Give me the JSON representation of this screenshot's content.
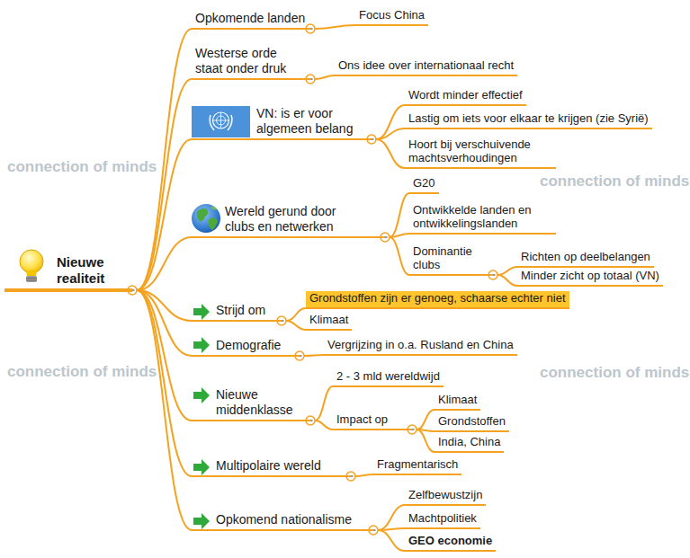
{
  "diagram": {
    "nodes": [
      {
        "text": [
          "Nieuwe realiteit"
        ]
      },
      {
        "text": [
          "Opkomende landen"
        ]
      },
      {
        "text": [
          "Focus China"
        ]
      },
      {
        "text": [
          "Westerse orde staat onder druk"
        ]
      },
      {
        "text": [
          "Ons idee over internationaal recht"
        ]
      },
      {
        "text": [
          "VN: is er voor algemeen belang"
        ]
      },
      {
        "text": [
          "Wordt minder effectief"
        ]
      },
      {
        "text": [
          "Lastig om iets voor elkaar te krijgen (zie Syrië)"
        ]
      },
      {
        "text": [
          "Hoort bij verschuivende machtsverhoudingen"
        ]
      },
      {
        "text": [
          "Wereld gerund door clubs en netwerken"
        ]
      },
      {
        "text": [
          "G20"
        ]
      },
      {
        "text": [
          "Ontwikkelde landen en ontwikkelingslanden"
        ]
      },
      {
        "text": [
          "Dominantie clubs"
        ]
      },
      {
        "text": [
          "Richten op deelbelangen"
        ]
      },
      {
        "text": [
          "Minder zicht op totaal (VN)"
        ]
      },
      {
        "text": [
          "Strijd om"
        ]
      },
      {
        "text": [
          "Grondstoffen zijn er genoeg, schaarse echter niet"
        ]
      },
      {
        "text": [
          "Klimaat"
        ]
      },
      {
        "text": [
          "Demografie"
        ]
      },
      {
        "text": [
          "Vergrijzing in o.a. Rusland en China"
        ]
      },
      {
        "text": [
          "Nieuwe middenklasse"
        ]
      },
      {
        "text": [
          "2 - 3 mld wereldwijd"
        ]
      },
      {
        "text": [
          "Impact op"
        ]
      },
      {
        "text": [
          "Klimaat"
        ]
      },
      {
        "text": [
          "Grondstoffen"
        ]
      },
      {
        "text": [
          "India, China"
        ]
      },
      {
        "text": [
          "Multipolaire wereld"
        ]
      },
      {
        "text": [
          "Fragmentarisch"
        ]
      },
      {
        "text": [
          "Opkomend nationalisme"
        ]
      },
      {
        "text": [
          "Zelfbewustzijn"
        ]
      },
      {
        "text": [
          "Machtpolitiek"
        ]
      },
      {
        "text": [
          "GEO economie"
        ]
      }
    ],
    "edges": [
      {
        "from": 0,
        "to": 1,
        "arrow": "none"
      },
      {
        "from": 1,
        "to": 2,
        "arrow": "none"
      },
      {
        "from": 0,
        "to": 3,
        "arrow": "none"
      },
      {
        "from": 3,
        "to": 4,
        "arrow": "none"
      },
      {
        "from": 0,
        "to": 5,
        "arrow": "none"
      },
      {
        "from": 5,
        "to": 6,
        "arrow": "none"
      },
      {
        "from": 5,
        "to": 7,
        "arrow": "none"
      },
      {
        "from": 5,
        "to": 8,
        "arrow": "none"
      },
      {
        "from": 0,
        "to": 9,
        "arrow": "none"
      },
      {
        "from": 9,
        "to": 10,
        "arrow": "none"
      },
      {
        "from": 9,
        "to": 11,
        "arrow": "none"
      },
      {
        "from": 9,
        "to": 12,
        "arrow": "none"
      },
      {
        "from": 12,
        "to": 13,
        "arrow": "none"
      },
      {
        "from": 12,
        "to": 14,
        "arrow": "none"
      },
      {
        "from": 0,
        "to": 15,
        "arrow": "none"
      },
      {
        "from": 15,
        "to": 16,
        "arrow": "none"
      },
      {
        "from": 15,
        "to": 17,
        "arrow": "none"
      },
      {
        "from": 0,
        "to": 18,
        "arrow": "none"
      },
      {
        "from": 18,
        "to": 19,
        "arrow": "none"
      },
      {
        "from": 0,
        "to": 20,
        "arrow": "none"
      },
      {
        "from": 20,
        "to": 21,
        "arrow": "none"
      },
      {
        "from": 20,
        "to": 22,
        "arrow": "none"
      },
      {
        "from": 22,
        "to": 23,
        "arrow": "none"
      },
      {
        "from": 22,
        "to": 24,
        "arrow": "none"
      },
      {
        "from": 22,
        "to": 25,
        "arrow": "none"
      },
      {
        "from": 0,
        "to": 26,
        "arrow": "none"
      },
      {
        "from": 26,
        "to": 27,
        "arrow": "none"
      },
      {
        "from": 0,
        "to": 28,
        "arrow": "none"
      },
      {
        "from": 28,
        "to": 29,
        "arrow": "none"
      },
      {
        "from": 28,
        "to": 30,
        "arrow": "none"
      },
      {
        "from": 28,
        "to": 31,
        "arrow": "none"
      }
    ],
    "labels": [
      "connection of minds",
      "connection of minds",
      "connection of minds",
      "connection of minds"
    ]
  }
}
